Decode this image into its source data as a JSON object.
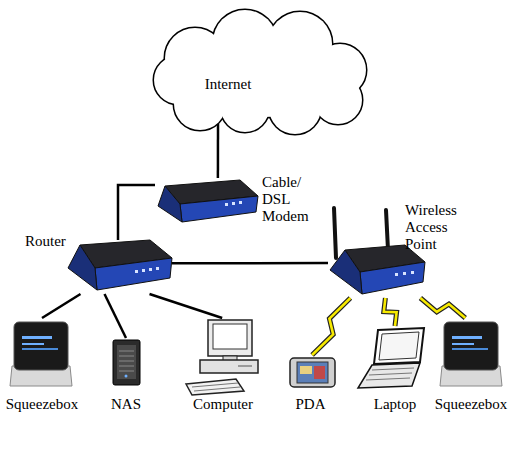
{
  "diagram": {
    "nodes": [
      {
        "text": [
          "Internet"
        ]
      },
      {
        "text": [
          "Cable/ DSL Modem"
        ]
      },
      {
        "text": [
          "Router"
        ]
      },
      {
        "text": [
          "Wireless Access Point"
        ]
      },
      {
        "text": [
          "Squeezebox"
        ]
      },
      {
        "text": [
          "NAS"
        ]
      },
      {
        "text": [
          "Computer"
        ]
      },
      {
        "text": [
          "PDA"
        ]
      },
      {
        "text": [
          "Laptop"
        ]
      },
      {
        "text": [
          "Squeezebox"
        ]
      }
    ],
    "edges": [
      {
        "from": 0,
        "to": 1,
        "arrow": "none"
      },
      {
        "from": 1,
        "to": 2,
        "arrow": "none"
      },
      {
        "from": 2,
        "to": 3,
        "arrow": "none"
      },
      {
        "from": 2,
        "to": 4,
        "arrow": "none"
      },
      {
        "from": 2,
        "to": 5,
        "arrow": "none"
      },
      {
        "from": 2,
        "to": 6,
        "arrow": "none"
      },
      {
        "from": 3,
        "to": 7,
        "arrow": "none"
      },
      {
        "from": 3,
        "to": 8,
        "arrow": "none"
      },
      {
        "from": 3,
        "to": 9,
        "arrow": "none"
      }
    ]
  }
}
